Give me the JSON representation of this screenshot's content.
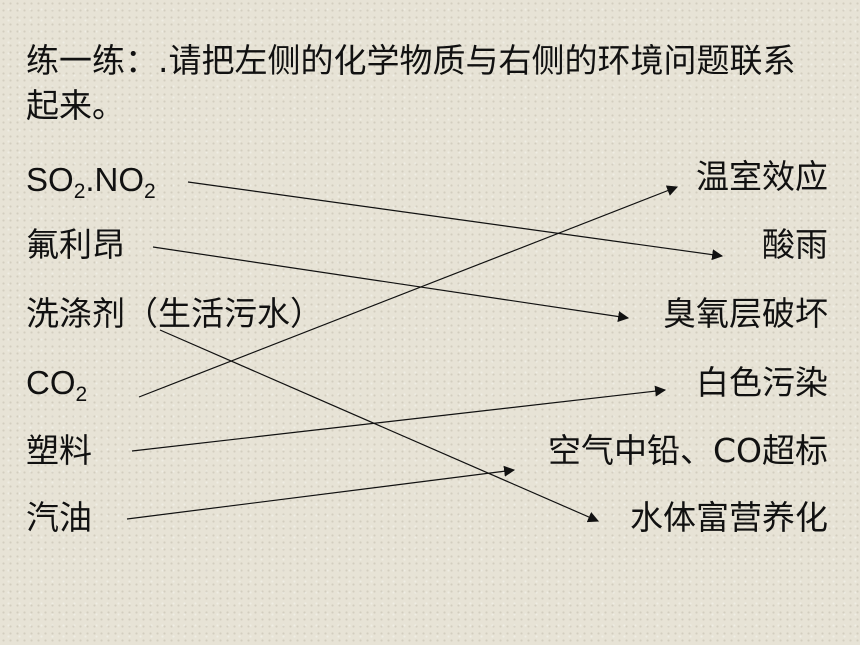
{
  "title": "练一练：.请把左侧的化学物质与右侧的环境问题联系起来。",
  "left_items": {
    "so2": {
      "part1": "SO",
      "sub1": "2",
      "part2": ".NO",
      "sub2": "2"
    },
    "freon": "氟利昂",
    "detergent": "洗涤剂（生活污水）",
    "co2": {
      "base": "CO",
      "sub": "2"
    },
    "plastic": "塑料",
    "gasoline": "汽油"
  },
  "right_items": {
    "greenhouse": "温室效应",
    "acid_rain": "酸雨",
    "ozone": "臭氧层破坏",
    "white_pollution": "白色污染",
    "air_pollution": "空气中铅、CO超标",
    "eutrophication": "水体富营养化"
  },
  "links": [
    {
      "from": "SO2.NO2",
      "to": "酸雨"
    },
    {
      "from": "氟利昂",
      "to": "臭氧层破坏"
    },
    {
      "from": "洗涤剂（生活污水）",
      "to": "水体富营养化"
    },
    {
      "from": "CO2",
      "to": "温室效应"
    },
    {
      "from": "塑料",
      "to": "白色污染"
    },
    {
      "from": "汽油",
      "to": "空气中铅、CO超标"
    }
  ]
}
